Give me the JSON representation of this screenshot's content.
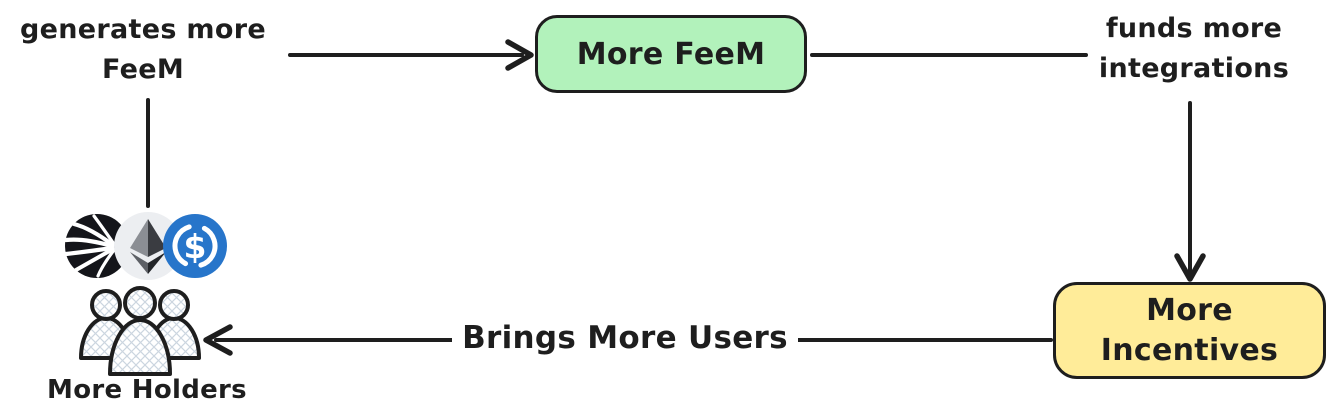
{
  "colors": {
    "stroke": "#1e1e1e",
    "green-fill": "#b2f2bb",
    "yellow-fill": "#ffec99",
    "usdc-blue": "#2775ca",
    "eth-bg": "#eceef1",
    "hatch": "#ccd6e0"
  },
  "nodes": {
    "more_feem": {
      "label": "More FeeM"
    },
    "more_incentives": {
      "line1": "More",
      "line2": "Incentives"
    }
  },
  "edge_labels": {
    "generates": {
      "line1": "generates more",
      "line2": "FeeM"
    },
    "funds": {
      "line1": "funds more",
      "line2": "integrations"
    },
    "brings": "Brings More Users"
  },
  "captions": {
    "more_holders": "More Holders"
  },
  "icons": {
    "sonic": {
      "name": "sonic-coin"
    },
    "ethereum": {
      "name": "ethereum-coin"
    },
    "usdc": {
      "name": "usdc-coin",
      "symbol": "$"
    },
    "holders": {
      "name": "holders-group"
    }
  }
}
